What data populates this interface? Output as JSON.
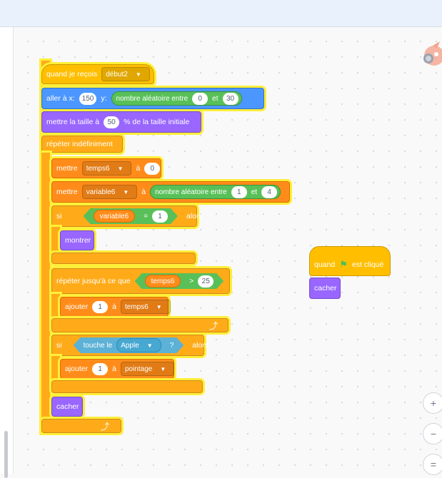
{
  "script1": {
    "when_receive": {
      "label": "quand je reçois",
      "message": "début2"
    },
    "goto": {
      "label_x": "aller à x:",
      "x": "150",
      "label_y": "y:",
      "random_label": "nombre aléatoire entre",
      "from": "0",
      "and": "et",
      "to": "30"
    },
    "set_size": {
      "label": "mettre la taille à",
      "value": "50",
      "suffix": "% de la taille initiale"
    },
    "forever": {
      "label": "répéter indéfiniment"
    },
    "set_temps": {
      "label": "mettre",
      "var": "temps6",
      "to": "à",
      "value": "0"
    },
    "set_var6": {
      "label": "mettre",
      "var": "variable6",
      "to": "à",
      "random_label": "nombre aléatoire entre",
      "from": "1",
      "and": "et",
      "max": "4"
    },
    "if1": {
      "label": "si",
      "var": "variable6",
      "op": "=",
      "value": "1",
      "then": "alors"
    },
    "show": {
      "label": "montrer"
    },
    "repeat_until": {
      "label": "répéter jusqu'à ce que",
      "var": "temps6",
      "op": ">",
      "value": "25"
    },
    "change_temps": {
      "label": "ajouter",
      "value": "1",
      "to": "à",
      "var": "temps6"
    },
    "if2": {
      "label": "si",
      "touch": "touche le",
      "object": "Apple",
      "q": "?",
      "then": "alors"
    },
    "change_points": {
      "label": "ajouter",
      "value": "1",
      "to": "à",
      "var": "pointage"
    },
    "hide": {
      "label": "cacher"
    }
  },
  "script2": {
    "hat": {
      "label_when": "quand",
      "label_clicked": "est cliqué"
    },
    "hide": {
      "label": "cacher"
    }
  },
  "zoom": {
    "in": "+",
    "out": "−",
    "reset": "="
  },
  "icons": {
    "dropdown": "▼",
    "loop": "⤴",
    "flag": "⚑"
  }
}
